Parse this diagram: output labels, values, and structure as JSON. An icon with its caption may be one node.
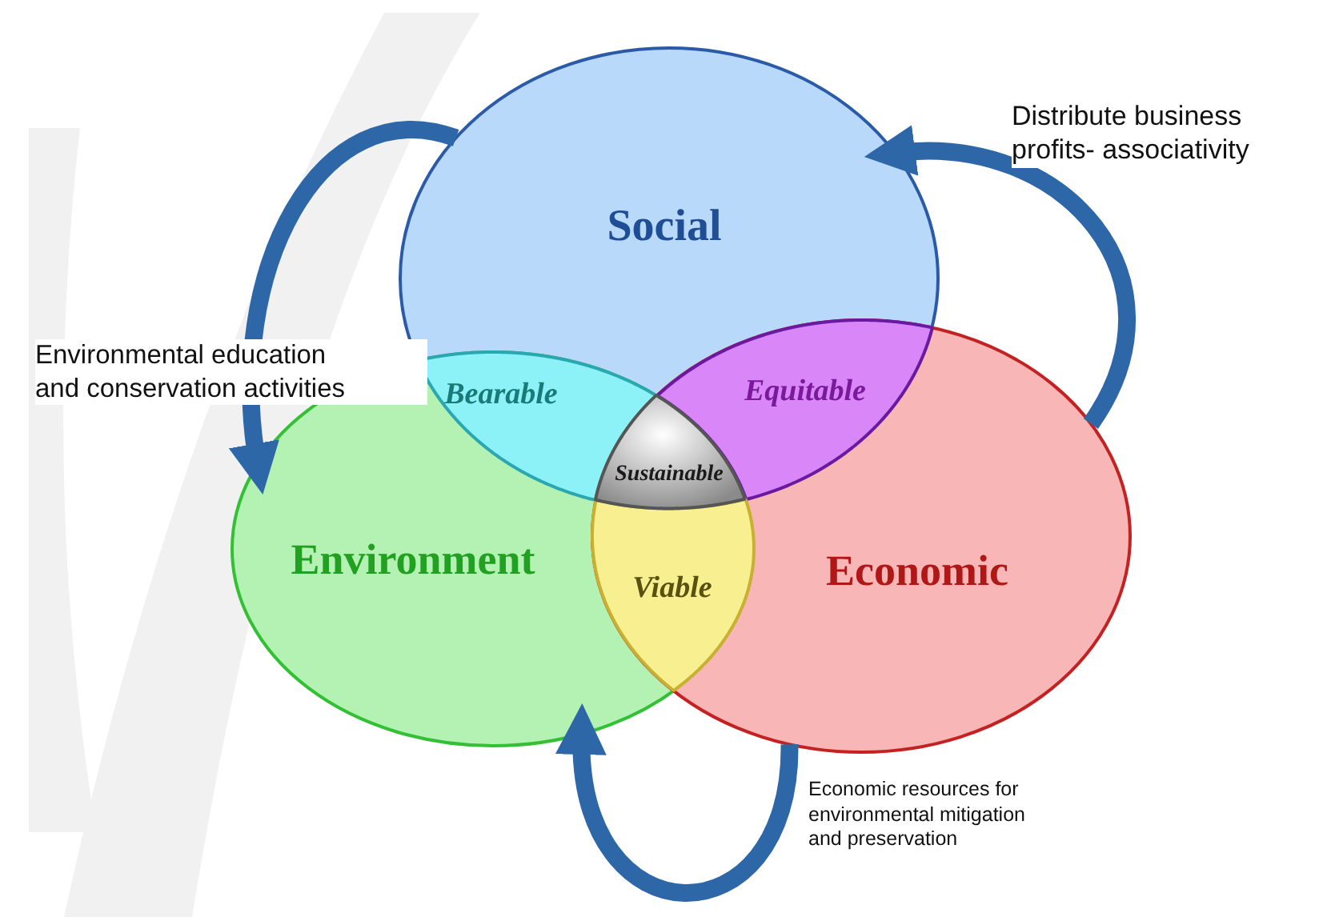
{
  "diagram": {
    "nodes": [
      {
        "text": [
          "Social"
        ]
      },
      {
        "text": [
          "Bearable"
        ]
      },
      {
        "text": [
          "Equitable"
        ]
      },
      {
        "text": [
          "Sustainable"
        ]
      },
      {
        "text": [
          "Environment"
        ]
      },
      {
        "text": [
          "Viable"
        ]
      },
      {
        "text": [
          "Economic"
        ]
      }
    ],
    "edges": [
      {
        "from": 6,
        "to": 0,
        "arrow": "to",
        "label": "Distribute business profits- associativity"
      },
      {
        "from": 0,
        "to": 4,
        "arrow": "to",
        "label": "Environmental education and conservation activities"
      },
      {
        "from": 6,
        "to": 4,
        "arrow": "to",
        "label": "Economic resources for environmental mitigation and preservation"
      }
    ]
  }
}
